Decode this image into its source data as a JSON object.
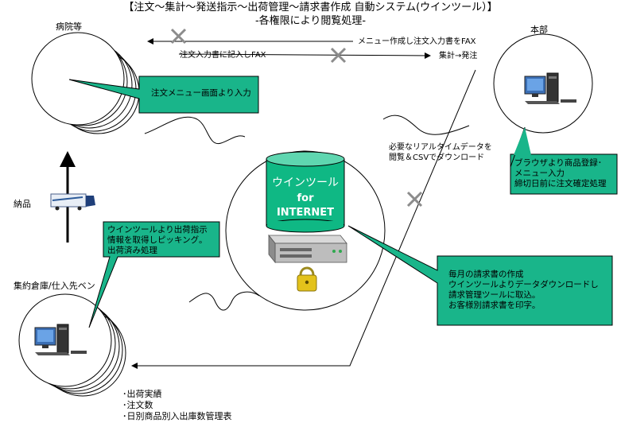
{
  "title": {
    "main": "【注文～集計～発送指示～出荷管理～請求書作成  自動システム(ウインツール）】",
    "sub": "-各権限により閲覧処理-"
  },
  "nodes": {
    "hospital": "病院等",
    "headquarters": "本部",
    "warehouse": "集約倉庫/仕入先ベン"
  },
  "arrows": {
    "menu_fax": "メニュー作成し注文入力書をFAX",
    "order_fax": "注文入力書に記入しFAX",
    "aggregate": "集計→発注",
    "realtime": "必要なリアルタイムデータを\n閲覧＆CSVでダウンロード",
    "delivery": "納品"
  },
  "server": {
    "line1": "ウインツール",
    "line2": "for",
    "line3": "INTERNET"
  },
  "callouts": {
    "hospital": "注文メニュー画面より入力",
    "headquarters": "ブラウザより商品登録･\nメニュー入力\n締切日前に注文確定処理",
    "warehouse": "ウインツールより出荷指示\n情報を取得しピッキング｡\n出荷済み処理",
    "billing": "毎月の請求書の作成\nウインツールよりデータダウンロードし\n請求管理ツールに取込｡\nお客様別請求書を印字｡"
  },
  "bullets": [
    "･出荷実績",
    "･注文数",
    "･日別商品別入出庫数管理表"
  ],
  "colors": {
    "callout": "#19b58a",
    "cylinder_body": "#0fb884",
    "cylinder_top": "#5fd6b0",
    "cross": "#8c8c8c"
  }
}
